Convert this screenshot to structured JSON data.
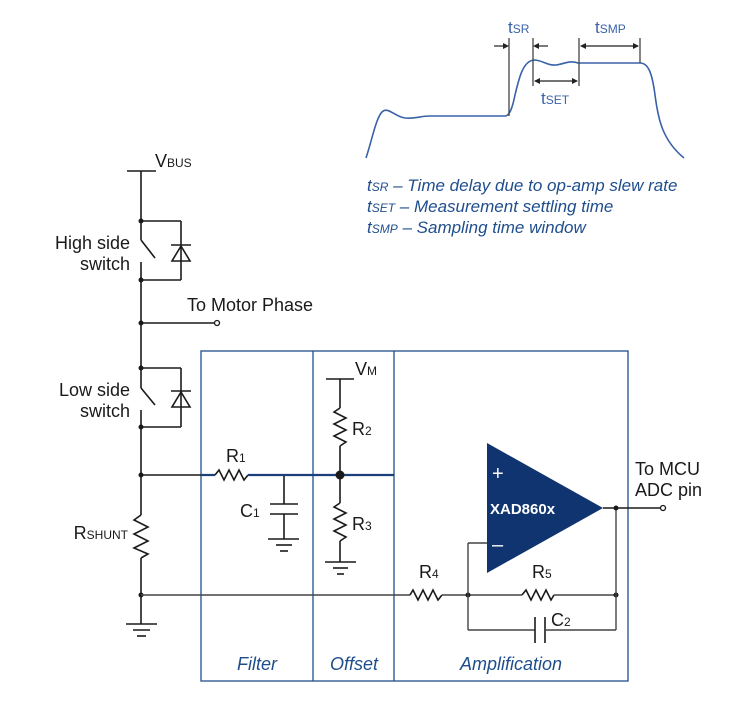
{
  "waveform": {
    "labels": {
      "t_sr": {
        "main": "t",
        "sub": "SR"
      },
      "t_set": {
        "main": "t",
        "sub": "SET"
      },
      "t_smp": {
        "main": "t",
        "sub": "SMP"
      }
    },
    "legend": [
      {
        "main": "t",
        "sub": "SR",
        "text": " – Time delay due to op-amp slew rate"
      },
      {
        "main": "t",
        "sub": "SET",
        "text": " – Measurement settling time"
      },
      {
        "main": "t",
        "sub": "SMP",
        "text": " – Sampling time window"
      }
    ]
  },
  "power_stage": {
    "vbus": {
      "main": "V",
      "sub": "BUS"
    },
    "high_side_switch": [
      "High side",
      "switch"
    ],
    "low_side_switch": [
      "Low side",
      "switch"
    ],
    "motor_phase": "To Motor Phase",
    "rshunt": {
      "main": "R",
      "sub": "SHUNT"
    }
  },
  "sections": {
    "filter": "Filter",
    "offset": "Offset",
    "amplification": "Amplification"
  },
  "components": {
    "r1": {
      "main": "R",
      "sub": "1"
    },
    "c1": {
      "main": "C",
      "sub": "1"
    },
    "vm": {
      "main": "V",
      "sub": "M"
    },
    "r2": {
      "main": "R",
      "sub": "2"
    },
    "r3": {
      "main": "R",
      "sub": "3"
    },
    "r4": {
      "main": "R",
      "sub": "4"
    },
    "r5": {
      "main": "R",
      "sub": "5"
    },
    "c2": {
      "main": "C",
      "sub": "2"
    },
    "opamp": {
      "name": "XAD860x",
      "plus": "+",
      "minus": "–"
    }
  },
  "output": [
    "To MCU",
    "ADC pin"
  ],
  "colors": {
    "accent_blue": "#1f4e8c",
    "opamp_fill": "#0f3470",
    "wave": "#3a62a8"
  }
}
